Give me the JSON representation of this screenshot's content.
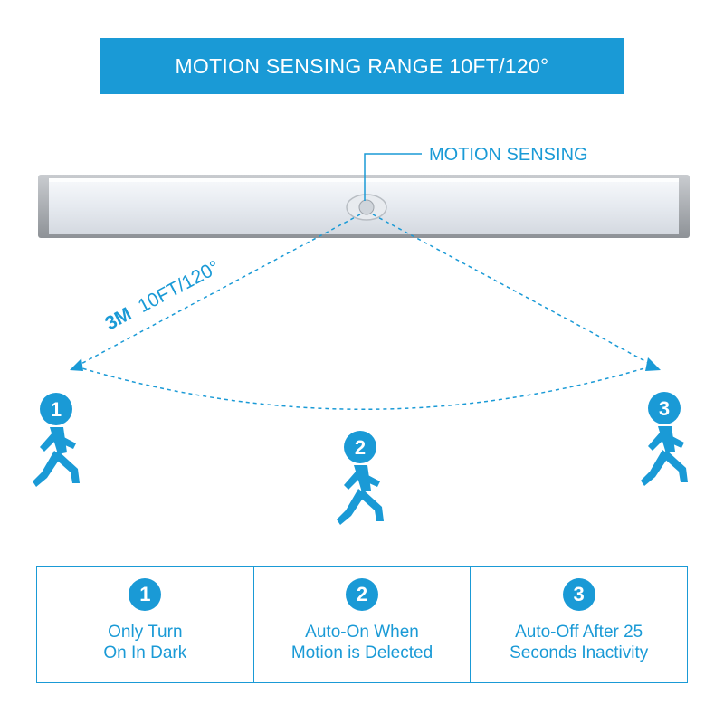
{
  "banner": {
    "title": "MOTION SENSING RANGE 10FT/120°"
  },
  "diagram": {
    "sensor_label": "MOTION SENSING",
    "range_label_bold": "3M",
    "range_label_rest": "10FT/120°",
    "figures": [
      "1",
      "2",
      "3"
    ]
  },
  "features": [
    {
      "number": "1",
      "line1": "Only Turn",
      "line2": "On In Dark"
    },
    {
      "number": "2",
      "line1": "Auto-On When",
      "line2": "Motion is Delected"
    },
    {
      "number": "3",
      "line1": "Auto-Off After 25",
      "line2": "Seconds Inactivity"
    }
  ],
  "colors": {
    "accent": "#1a9ad6",
    "bar_body": "#eef1f5",
    "bar_frame": "#a9adb2"
  }
}
